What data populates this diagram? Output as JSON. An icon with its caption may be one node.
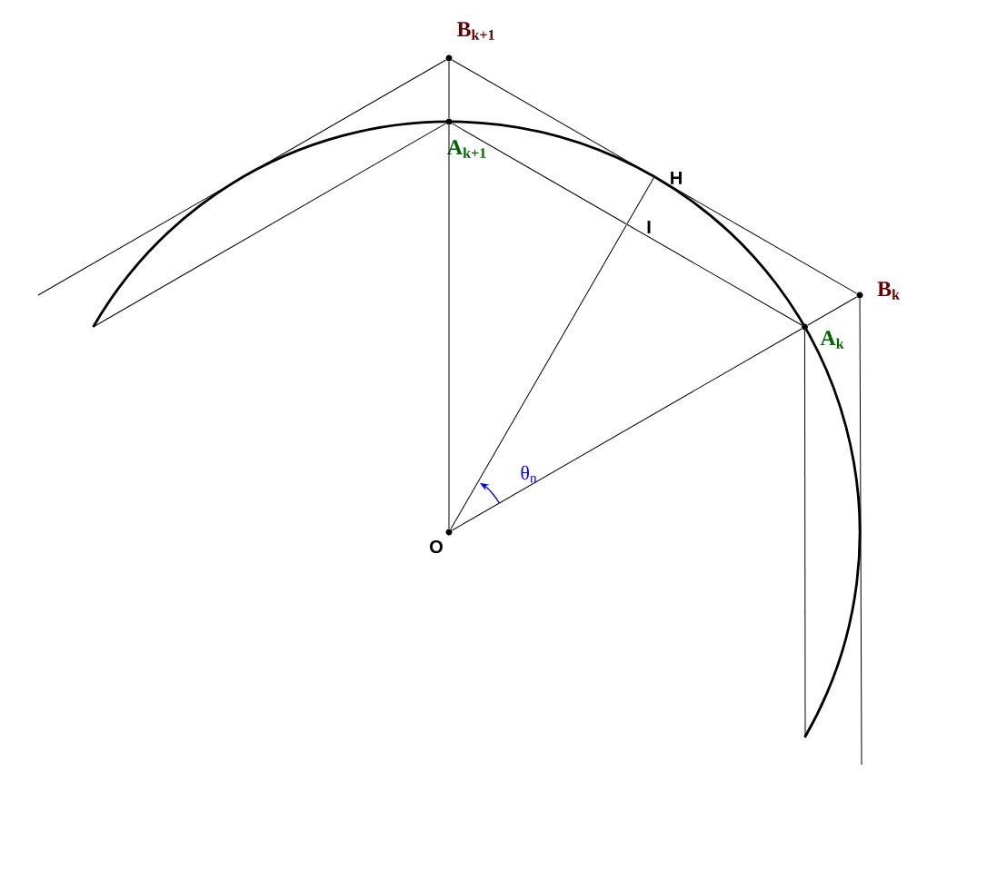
{
  "diagram": {
    "nodes": [
      {
        "text": [],
        "shape": "circle",
        "beside": [
          "B$_{k+1}$"
        ]
      },
      {
        "text": [],
        "shape": "circle",
        "beside": [
          "A$_{k+1}$"
        ]
      },
      {
        "text": [],
        "shape": "point",
        "beside": [
          "H"
        ]
      },
      {
        "text": [],
        "shape": "point",
        "beside": [
          "I"
        ]
      },
      {
        "text": [],
        "shape": "circle",
        "beside": [
          "B$_{k}$"
        ]
      },
      {
        "text": [],
        "shape": "circle",
        "beside": [
          "A$_{k}$"
        ]
      },
      {
        "text": [],
        "shape": "circle",
        "beside": [
          "O"
        ]
      }
    ],
    "edges": [
      {
        "from": 0,
        "to": 1,
        "arrow": "none"
      },
      {
        "from": 1,
        "to": 6,
        "arrow": "none"
      },
      {
        "from": 0,
        "to": 2,
        "arrow": "none"
      },
      {
        "from": 2,
        "to": 4,
        "arrow": "none"
      },
      {
        "from": 0,
        "to": null,
        "arrow": "none"
      },
      {
        "from": 1,
        "to": null,
        "arrow": "none"
      },
      {
        "from": 1,
        "to": 3,
        "arrow": "none"
      },
      {
        "from": 3,
        "to": 5,
        "arrow": "none"
      },
      {
        "from": 6,
        "to": 3,
        "arrow": "none"
      },
      {
        "from": 3,
        "to": 2,
        "arrow": "none"
      },
      {
        "from": 6,
        "to": 5,
        "arrow": "none"
      },
      {
        "from": 5,
        "to": 4,
        "arrow": "none"
      },
      {
        "from": 5,
        "to": null,
        "arrow": "none"
      },
      {
        "from": 4,
        "to": null,
        "arrow": "none"
      }
    ],
    "labels": [
      "θ$_{n}$"
    ]
  }
}
